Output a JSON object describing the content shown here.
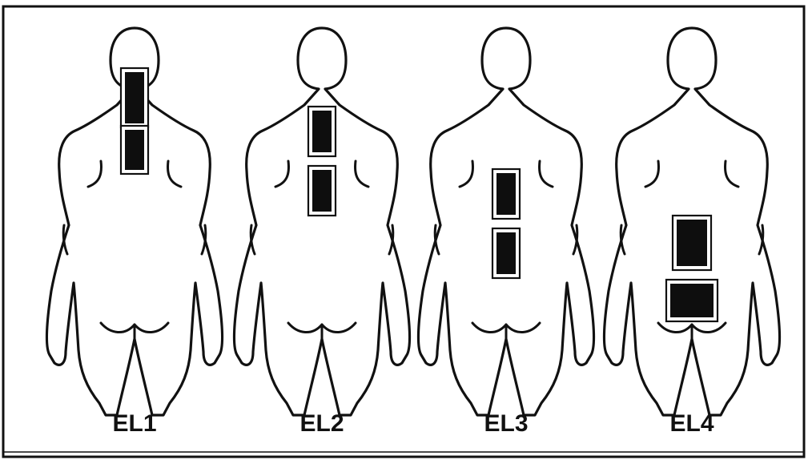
{
  "figures": [
    {
      "label": "EL1",
      "pads": [
        "neck",
        "upper-back"
      ]
    },
    {
      "label": "EL2",
      "pads": [
        "upper-back",
        "mid-back"
      ]
    },
    {
      "label": "EL3",
      "pads": [
        "mid-back",
        "lower-back"
      ]
    },
    {
      "label": "EL4",
      "pads": [
        "lumbar",
        "sacral"
      ]
    }
  ],
  "colors": {
    "outline": "#111111",
    "pad": "#0e0e0e",
    "background": "#ffffff"
  }
}
